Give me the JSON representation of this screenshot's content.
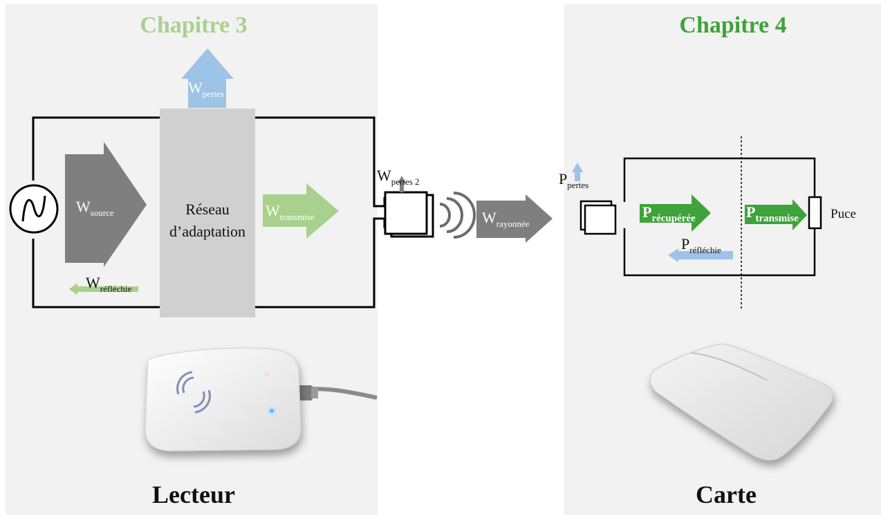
{
  "left": {
    "chapter": "Chapitre 3",
    "chapter_color": "#a9d18e",
    "title": "Lecteur",
    "matching_network": [
      "Réseau",
      "d’adaptation"
    ],
    "w_pertes": {
      "main": "W",
      "sub": "pertes"
    },
    "w_source": {
      "main": "W",
      "sub": "source"
    },
    "w_transmise": {
      "main": "W",
      "sub": "transmise"
    },
    "w_reflechie": {
      "main": "W",
      "sub": "réfléchie"
    },
    "w_pertes2": {
      "main": "W",
      "sub": "pertes 2"
    },
    "reader_image": "rfid-reader-device"
  },
  "middle": {
    "w_rayonnee": {
      "main": "W",
      "sub": "rayonnée"
    }
  },
  "right": {
    "chapter": "Chapitre 4",
    "chapter_color": "#3ea33a",
    "title": "Carte",
    "p_pertes": {
      "main": "P",
      "sub": "pertes"
    },
    "p_recuperee": {
      "main": "P",
      "sub": "récupérée"
    },
    "p_transmise": {
      "main": "P",
      "sub": "transmise"
    },
    "p_reflechie": {
      "main": "P",
      "sub": "réfléchie"
    },
    "chip_label": "Puce",
    "card_image": "contactless-card"
  },
  "colors": {
    "gray_arrow": "#7f7f7f",
    "light_green": "#a9d18e",
    "green": "#3ea33a",
    "light_blue": "#9dc3e6",
    "gray_block": "#d0d0d0"
  }
}
